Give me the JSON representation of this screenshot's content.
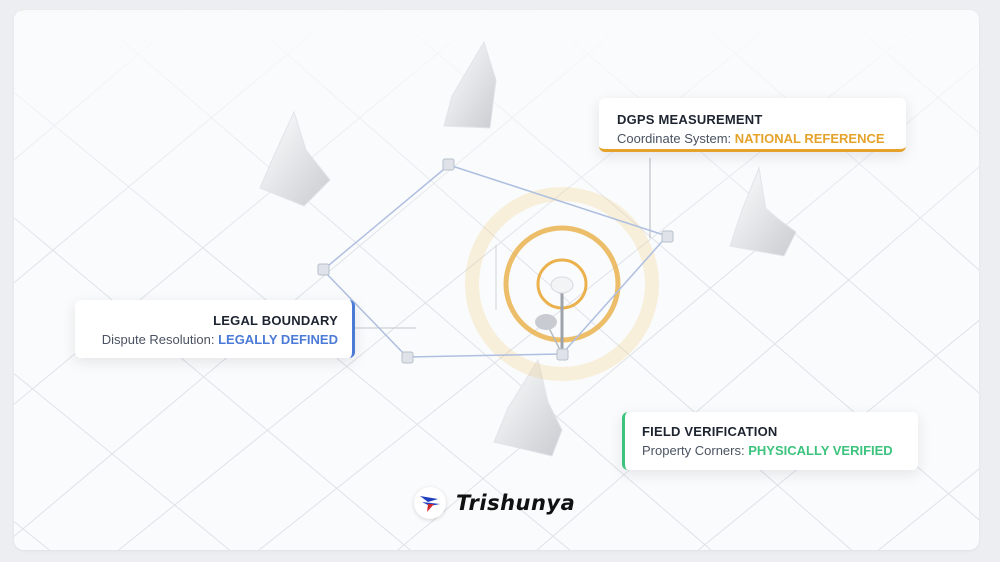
{
  "progress": {
    "fraction": 0.55,
    "color_start": "#e5a32b",
    "color_end": "#4b7bd6"
  },
  "cards": {
    "dgps": {
      "title": "DGPS MEASUREMENT",
      "label": "Coordinate System:",
      "value": "NATIONAL REFERENCE",
      "accent": "#e5a32b"
    },
    "legal": {
      "title": "LEGAL BOUNDARY",
      "label": "Dispute Resolution:",
      "value": "LEGALLY DEFINED",
      "accent": "#4b7bd6"
    },
    "field": {
      "title": "FIELD VERIFICATION",
      "label": "Property Corners:",
      "value": "PHYSICALLY VERIFIED",
      "accent": "#3cc37d"
    }
  },
  "brand": {
    "name": "Trishunya",
    "icon": "trishunya-logo-icon"
  }
}
